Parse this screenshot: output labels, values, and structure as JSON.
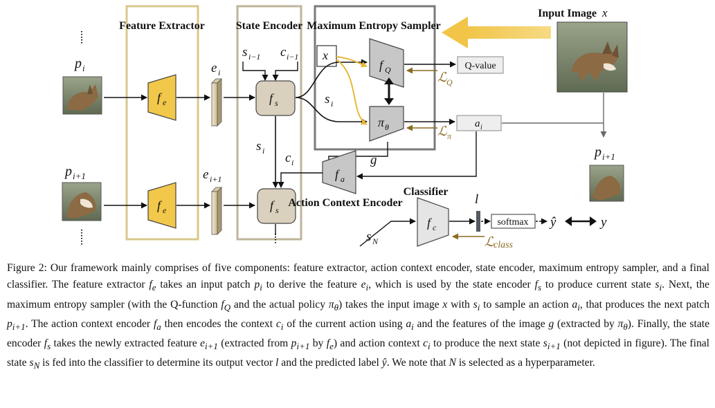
{
  "diagram": {
    "labels": {
      "feature_extractor": "Feature Extractor",
      "state_encoder": "State Encoder",
      "max_entropy_sampler": "Maximum Entropy Sampler",
      "input_image": "Input Image",
      "input_image_var": "x",
      "action_context_encoder": "Action Context Encoder",
      "classifier": "Classifier",
      "q_value": "Q-value",
      "softmax": "softmax"
    },
    "symbols": {
      "p_i": "p",
      "p_i_sub": "i",
      "p_i1": "p",
      "p_i1_sub": "i+1",
      "e_i": "e",
      "e_i_sub": "i",
      "e_i1": "e",
      "e_i1_sub": "i+1",
      "f_e": "f",
      "f_e_sub": "e",
      "f_s": "f",
      "f_s_sub": "s",
      "f_Q": "f",
      "f_Q_sub": "Q",
      "pi_theta": "π",
      "pi_theta_sub": "θ",
      "f_a": "f",
      "f_a_sub": "a",
      "f_c": "f",
      "f_c_sub": "c",
      "s_prev": "s",
      "s_prev_sub": "i−1",
      "c_prev": "c",
      "c_prev_sub": "i−1",
      "s_i": "s",
      "s_i_sub": "i",
      "c_i": "c",
      "c_i_sub": "i",
      "a_i": "a",
      "a_i_sub": "i",
      "g": "g",
      "x": "x",
      "l": "l",
      "s_N": "s",
      "s_N_sub": "N",
      "L_Q": "ℒ",
      "L_Q_sub": "Q",
      "L_pi": "ℒ",
      "L_pi_sub": "π",
      "L_class": "ℒ",
      "L_class_sub": "class",
      "y_hat": "ŷ",
      "y": "y",
      "p_out": "p",
      "p_out_sub": "i+1"
    },
    "colors": {
      "feature_extractor_fill": "#F2C84B",
      "state_encoder_fill": "#D9D0BD",
      "sampler_fill": "#C7C7C7",
      "panel_border_gold": "#D8C88B",
      "panel_border_gray": "#7A7A7A",
      "input_arrow": "#F2C447",
      "loss_color": "#8B6A1E"
    }
  },
  "caption": {
    "segments": [
      "Figure 2: Our framework mainly comprises of five components: feature extractor, action context encoder, state encoder, maximum entropy sampler, and a final classifier. The feature extractor ",
      " takes an input patch ",
      " to derive the feature ",
      ", which is used by the state encoder ",
      " to produce current state ",
      ". Next, the maximum entropy sampler (with the Q-function ",
      " and the actual policy ",
      ") takes the input image ",
      " with ",
      " to sample an action ",
      ", that produces the next patch ",
      ". The action context encoder ",
      " then encodes the context ",
      " of the current action using ",
      " and the features of the image ",
      " (extracted by ",
      "). Finally, the state encoder ",
      " takes the newly extracted feature ",
      " (extracted from ",
      " by ",
      ") and action context ",
      " to produce the next state ",
      " (not depicted in figure). The final state ",
      " is fed into the classifier to determine its output vector ",
      " and the predicted label ",
      ". We note that ",
      " is selected as a hyperparameter."
    ],
    "math": {
      "f_e": "f",
      "f_e_sub": "e",
      "p_i": "p",
      "p_i_sub": "i",
      "e_i": "e",
      "e_i_sub": "i",
      "f_s": "f",
      "f_s_sub": "s",
      "s_i": "s",
      "s_i_sub": "i",
      "f_Q": "f",
      "f_Q_sub": "Q",
      "pi_theta": "π",
      "pi_theta_sub": "θ",
      "x": "x",
      "a_i": "a",
      "a_i_sub": "i",
      "p_i1": "p",
      "p_i1_sub": "i+1",
      "f_a": "f",
      "f_a_sub": "a",
      "c_i": "c",
      "c_i_sub": "i",
      "g": "g",
      "e_i1": "e",
      "e_i1_sub": "i+1",
      "s_i1": "s",
      "s_i1_sub": "i+1",
      "s_N": "s",
      "s_N_sub": "N",
      "l": "l",
      "y_hat": "ŷ",
      "N": "N"
    }
  }
}
